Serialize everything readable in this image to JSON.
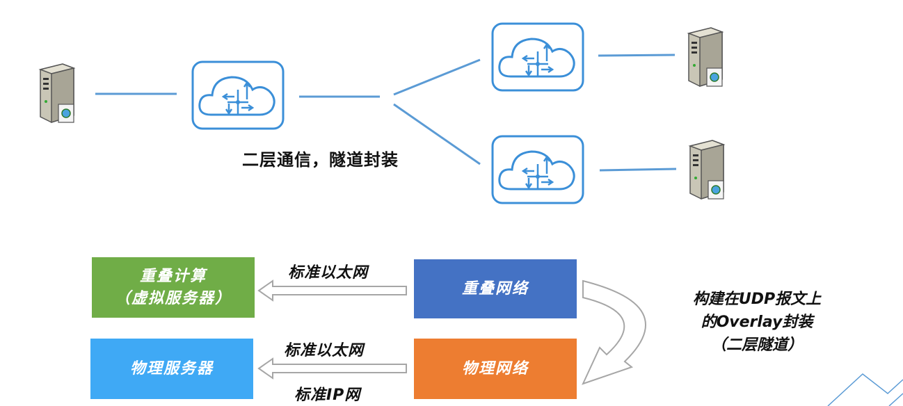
{
  "tunnel_caption": "二层通信，隧道封装",
  "boxes": {
    "overlay_compute": {
      "line1": "重叠计算",
      "line2": "（虚拟服务器）",
      "color": "#70ad47"
    },
    "physical_server": {
      "label": "物理服务器",
      "color": "#3fa9f5"
    },
    "overlay_network": {
      "label": "重叠网络",
      "color": "#4472c4"
    },
    "physical_network": {
      "label": "物理网络",
      "color": "#ed7d31"
    }
  },
  "arrows": {
    "top_label": "标准以太网",
    "bottom_label_1": "标准以太网",
    "bottom_label_2": "标准IP网"
  },
  "side_note": {
    "line1": "构建在UDP报文上",
    "line2": "的Overlay封装",
    "line3": "（二层隧道）"
  },
  "colors": {
    "cloud_stroke": "#3b8fd8",
    "link_line": "#5b9bd5",
    "arrow_outline": "#a6a6a6"
  }
}
